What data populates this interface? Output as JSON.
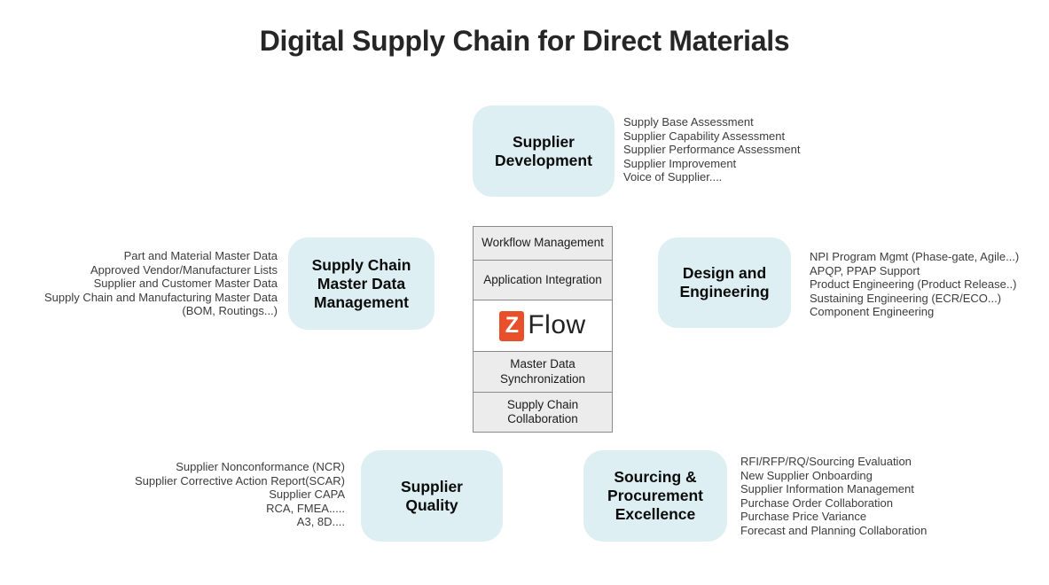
{
  "title": "Digital Supply Chain for Direct Materials",
  "colors": {
    "module_bg": "#DDEFF2",
    "stack_cell_bg": "#ECECEC",
    "stack_border": "#8A8A8A",
    "logo_orange": "#E8502C",
    "list_text": "#3C3C3C",
    "label_text": "#0B0B0B",
    "title_text": "#262626"
  },
  "logo": {
    "z": "Z",
    "name": "Flow"
  },
  "stack": {
    "cells": [
      {
        "lines": [
          "Workflow Management"
        ]
      },
      {
        "lines": [
          "Application Integration"
        ]
      },
      {
        "lines": [
          "Master Data",
          "Synchronization"
        ]
      },
      {
        "lines": [
          "Supply Chain",
          "Collaboration"
        ]
      }
    ]
  },
  "modules": [
    {
      "id": "supplier-development",
      "label_lines": [
        "Supplier",
        "Development"
      ],
      "items": [
        "Supply Base Assessment",
        "Supplier Capability Assessment",
        "Supplier Performance Assessment",
        "Supplier Improvement",
        "Voice of Supplier...."
      ]
    },
    {
      "id": "supply-chain-master-data-management",
      "label_lines": [
        "Supply Chain",
        "Master Data",
        "Management"
      ],
      "items": [
        "Part and Material Master Data",
        "Approved Vendor/Manufacturer Lists",
        "Supplier and Customer Master Data",
        "Supply Chain and Manufacturing Master Data",
        "(BOM, Routings...)"
      ]
    },
    {
      "id": "design-and-engineering",
      "label_lines": [
        "Design and",
        "Engineering"
      ],
      "items": [
        "NPI Program Mgmt (Phase-gate, Agile...)",
        "APQP, PPAP Support",
        "Product Engineering (Product Release..)",
        "Sustaining Engineering (ECR/ECO...)",
        "Component Engineering"
      ]
    },
    {
      "id": "supplier-quality",
      "label_lines": [
        "Supplier",
        "Quality"
      ],
      "items": [
        "Supplier Nonconformance (NCR)",
        "Supplier Corrective Action Report(SCAR)",
        "Supplier CAPA",
        "RCA, FMEA.....",
        "A3, 8D...."
      ]
    },
    {
      "id": "sourcing-procurement-excellence",
      "label_lines": [
        "Sourcing &",
        "Procurement",
        "Excellence"
      ],
      "items": [
        "RFI/RFP/RQ/Sourcing Evaluation",
        "New Supplier Onboarding",
        "Supplier Information Management",
        "Purchase Order Collaboration",
        "Purchase Price Variance",
        "Forecast and Planning Collaboration"
      ]
    }
  ]
}
